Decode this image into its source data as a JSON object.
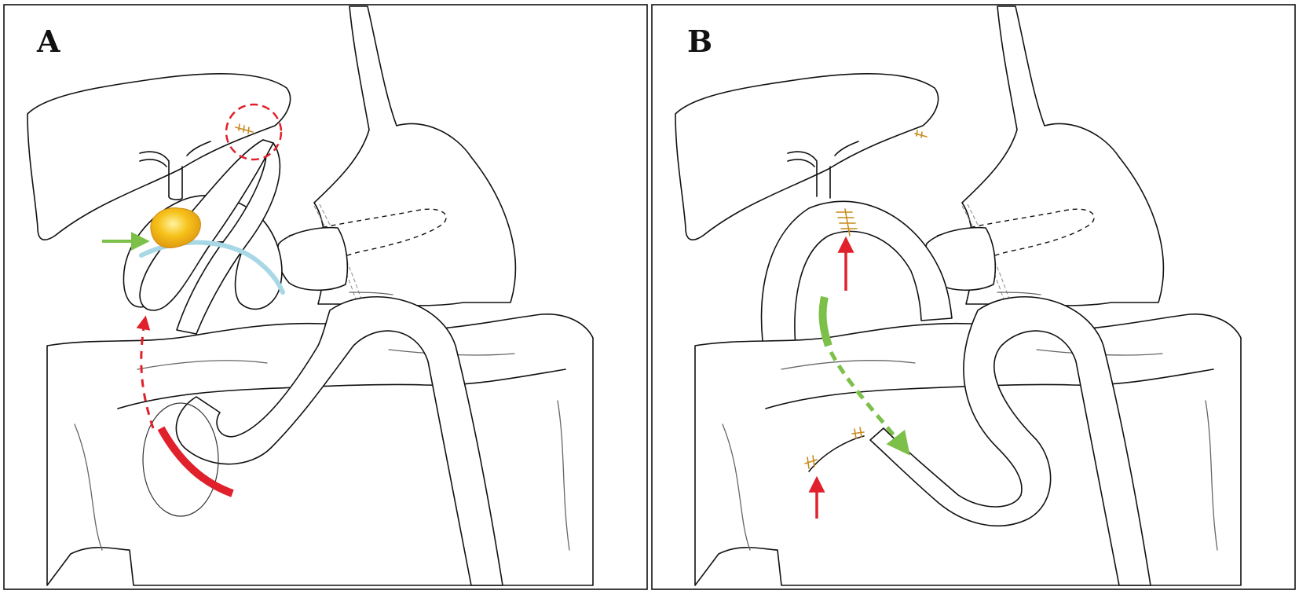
{
  "panels": [
    {
      "label": "A"
    },
    {
      "label": "B"
    }
  ],
  "colors": {
    "outline": "#111111",
    "red_arrow": "#e0202a",
    "green_arrow": "#7cc04a",
    "stone": "#f6c21b",
    "duct_blue": "#a8d8e6",
    "stitch": "#c98a1a"
  },
  "icons": {
    "stone": "yellow-stone",
    "circle_marker": "red-dashed-circle",
    "pointer": "arrow"
  }
}
